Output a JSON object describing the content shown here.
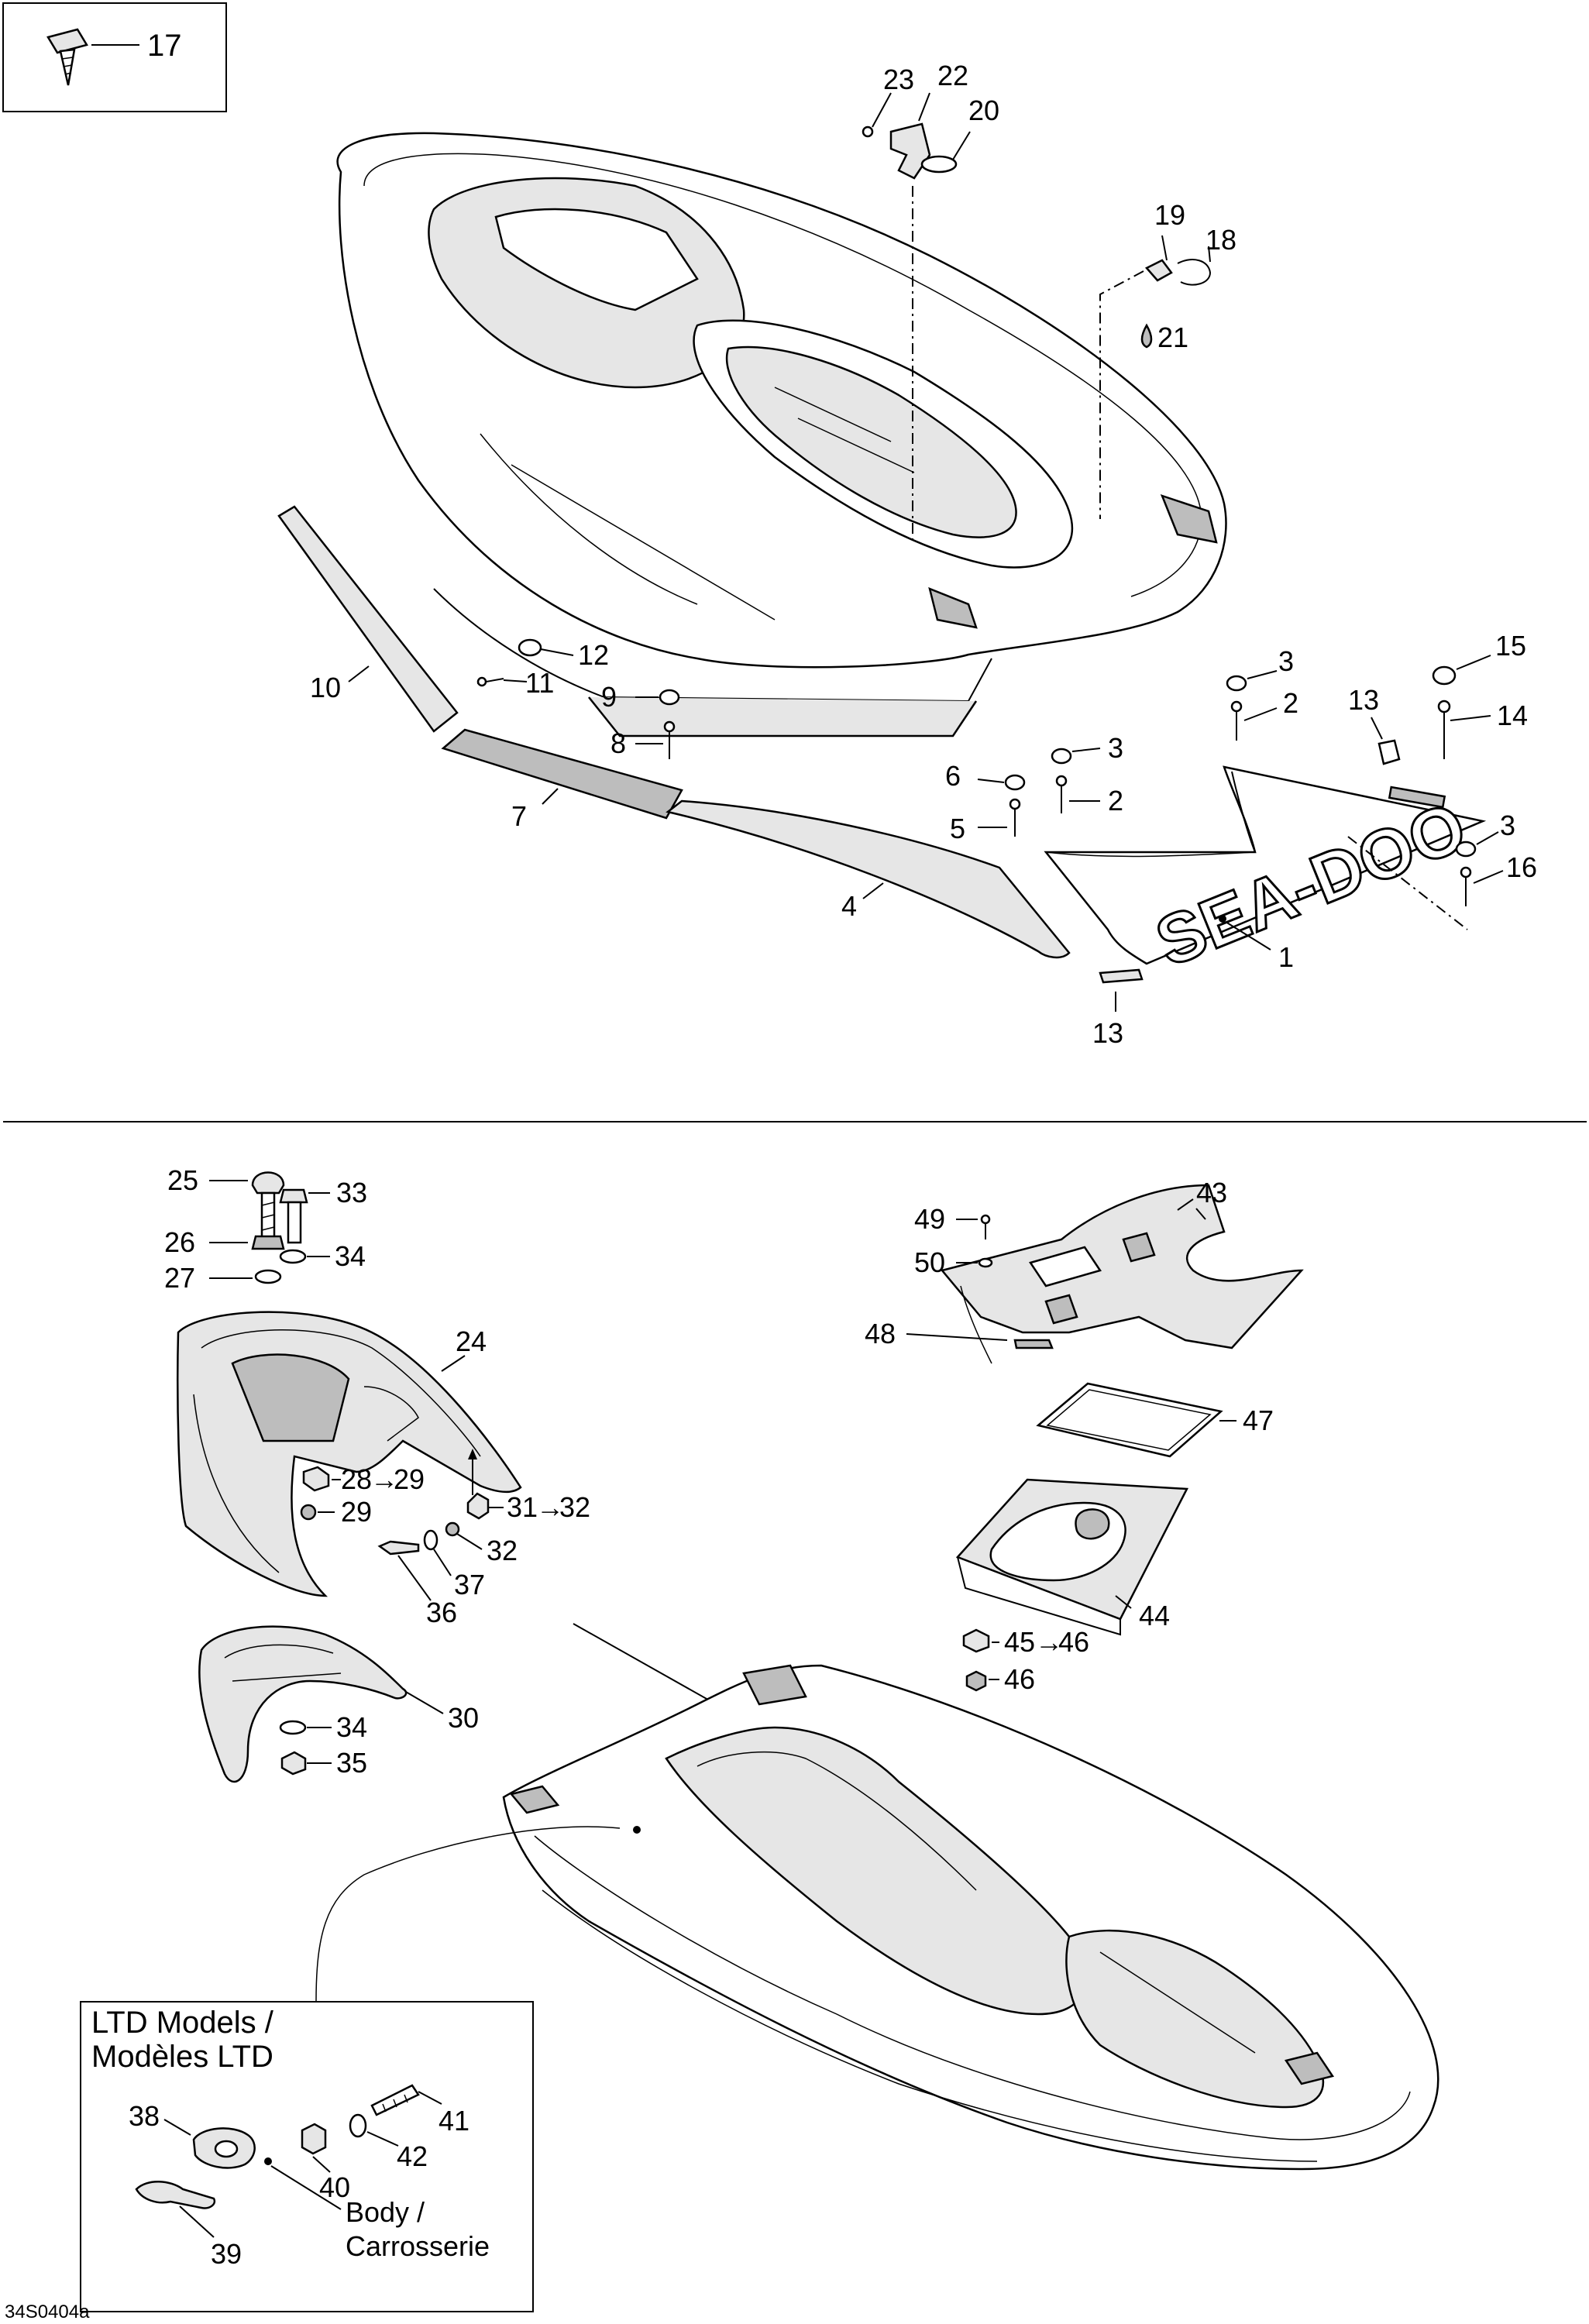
{
  "callouts": {
    "c17": "17",
    "c23": "23",
    "c22": "22",
    "c20": "20",
    "c19": "19",
    "c18": "18",
    "c21": "21",
    "c12": "12",
    "c11": "11",
    "c10": "10",
    "c9": "9",
    "c8": "8",
    "c7": "7",
    "c6": "6",
    "c5": "5",
    "c4": "4",
    "c3a": "3",
    "c2a": "2",
    "c3b": "3",
    "c2b": "2",
    "c13a": "13",
    "c15": "15",
    "c14": "14",
    "c3c": "3",
    "c16": "16",
    "c1": "1",
    "c13b": "13",
    "c25": "25",
    "c33": "33",
    "c26": "26",
    "c34a": "34",
    "c27": "27",
    "c24": "24",
    "c28": "28",
    "c29ref": "29",
    "c29": "29",
    "c31": "31",
    "c32ref": "32",
    "c32": "32",
    "c37": "37",
    "c36": "36",
    "c30": "30",
    "c34b": "34",
    "c35": "35",
    "c49": "49",
    "c43": "43",
    "c50": "50",
    "c48": "48",
    "c47": "47",
    "c44": "44",
    "c45": "45",
    "c46ref": "46",
    "c46": "46",
    "c38": "38",
    "c41": "41",
    "c42": "42",
    "c40": "40",
    "c39": "39"
  },
  "inset": {
    "title_line1": "LTD Models /",
    "title_line2": "Modèles LTD",
    "body_line1": "Body /",
    "body_line2": "Carrosserie"
  },
  "decal_text": "SEA-DOO",
  "doc_code": "34S0404a"
}
